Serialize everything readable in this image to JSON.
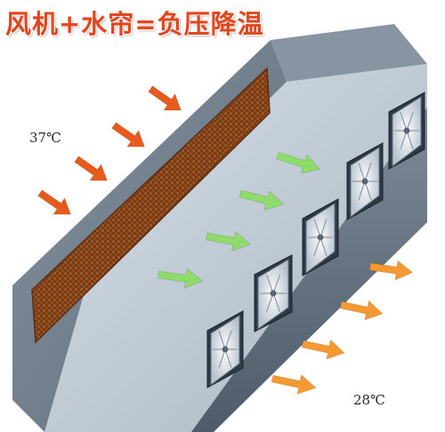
{
  "title": "风机+水帘=负压降温",
  "labels": {
    "outside_temp": "37℃",
    "inside_temp": "28℃"
  },
  "colors": {
    "hot_arrow": "#e85a1c",
    "cool_arrow": "#8edc6a",
    "exhaust_arrow": "#f59a33",
    "title": "#e2461d",
    "wall": "#6f7d8c",
    "floor": "#bfcbd7",
    "pad": "#8b4a1e"
  },
  "icons": [
    "hot-air-arrow-icon",
    "cool-air-arrow-icon",
    "exhaust-arrow-icon",
    "exhaust-fan-icon"
  ]
}
